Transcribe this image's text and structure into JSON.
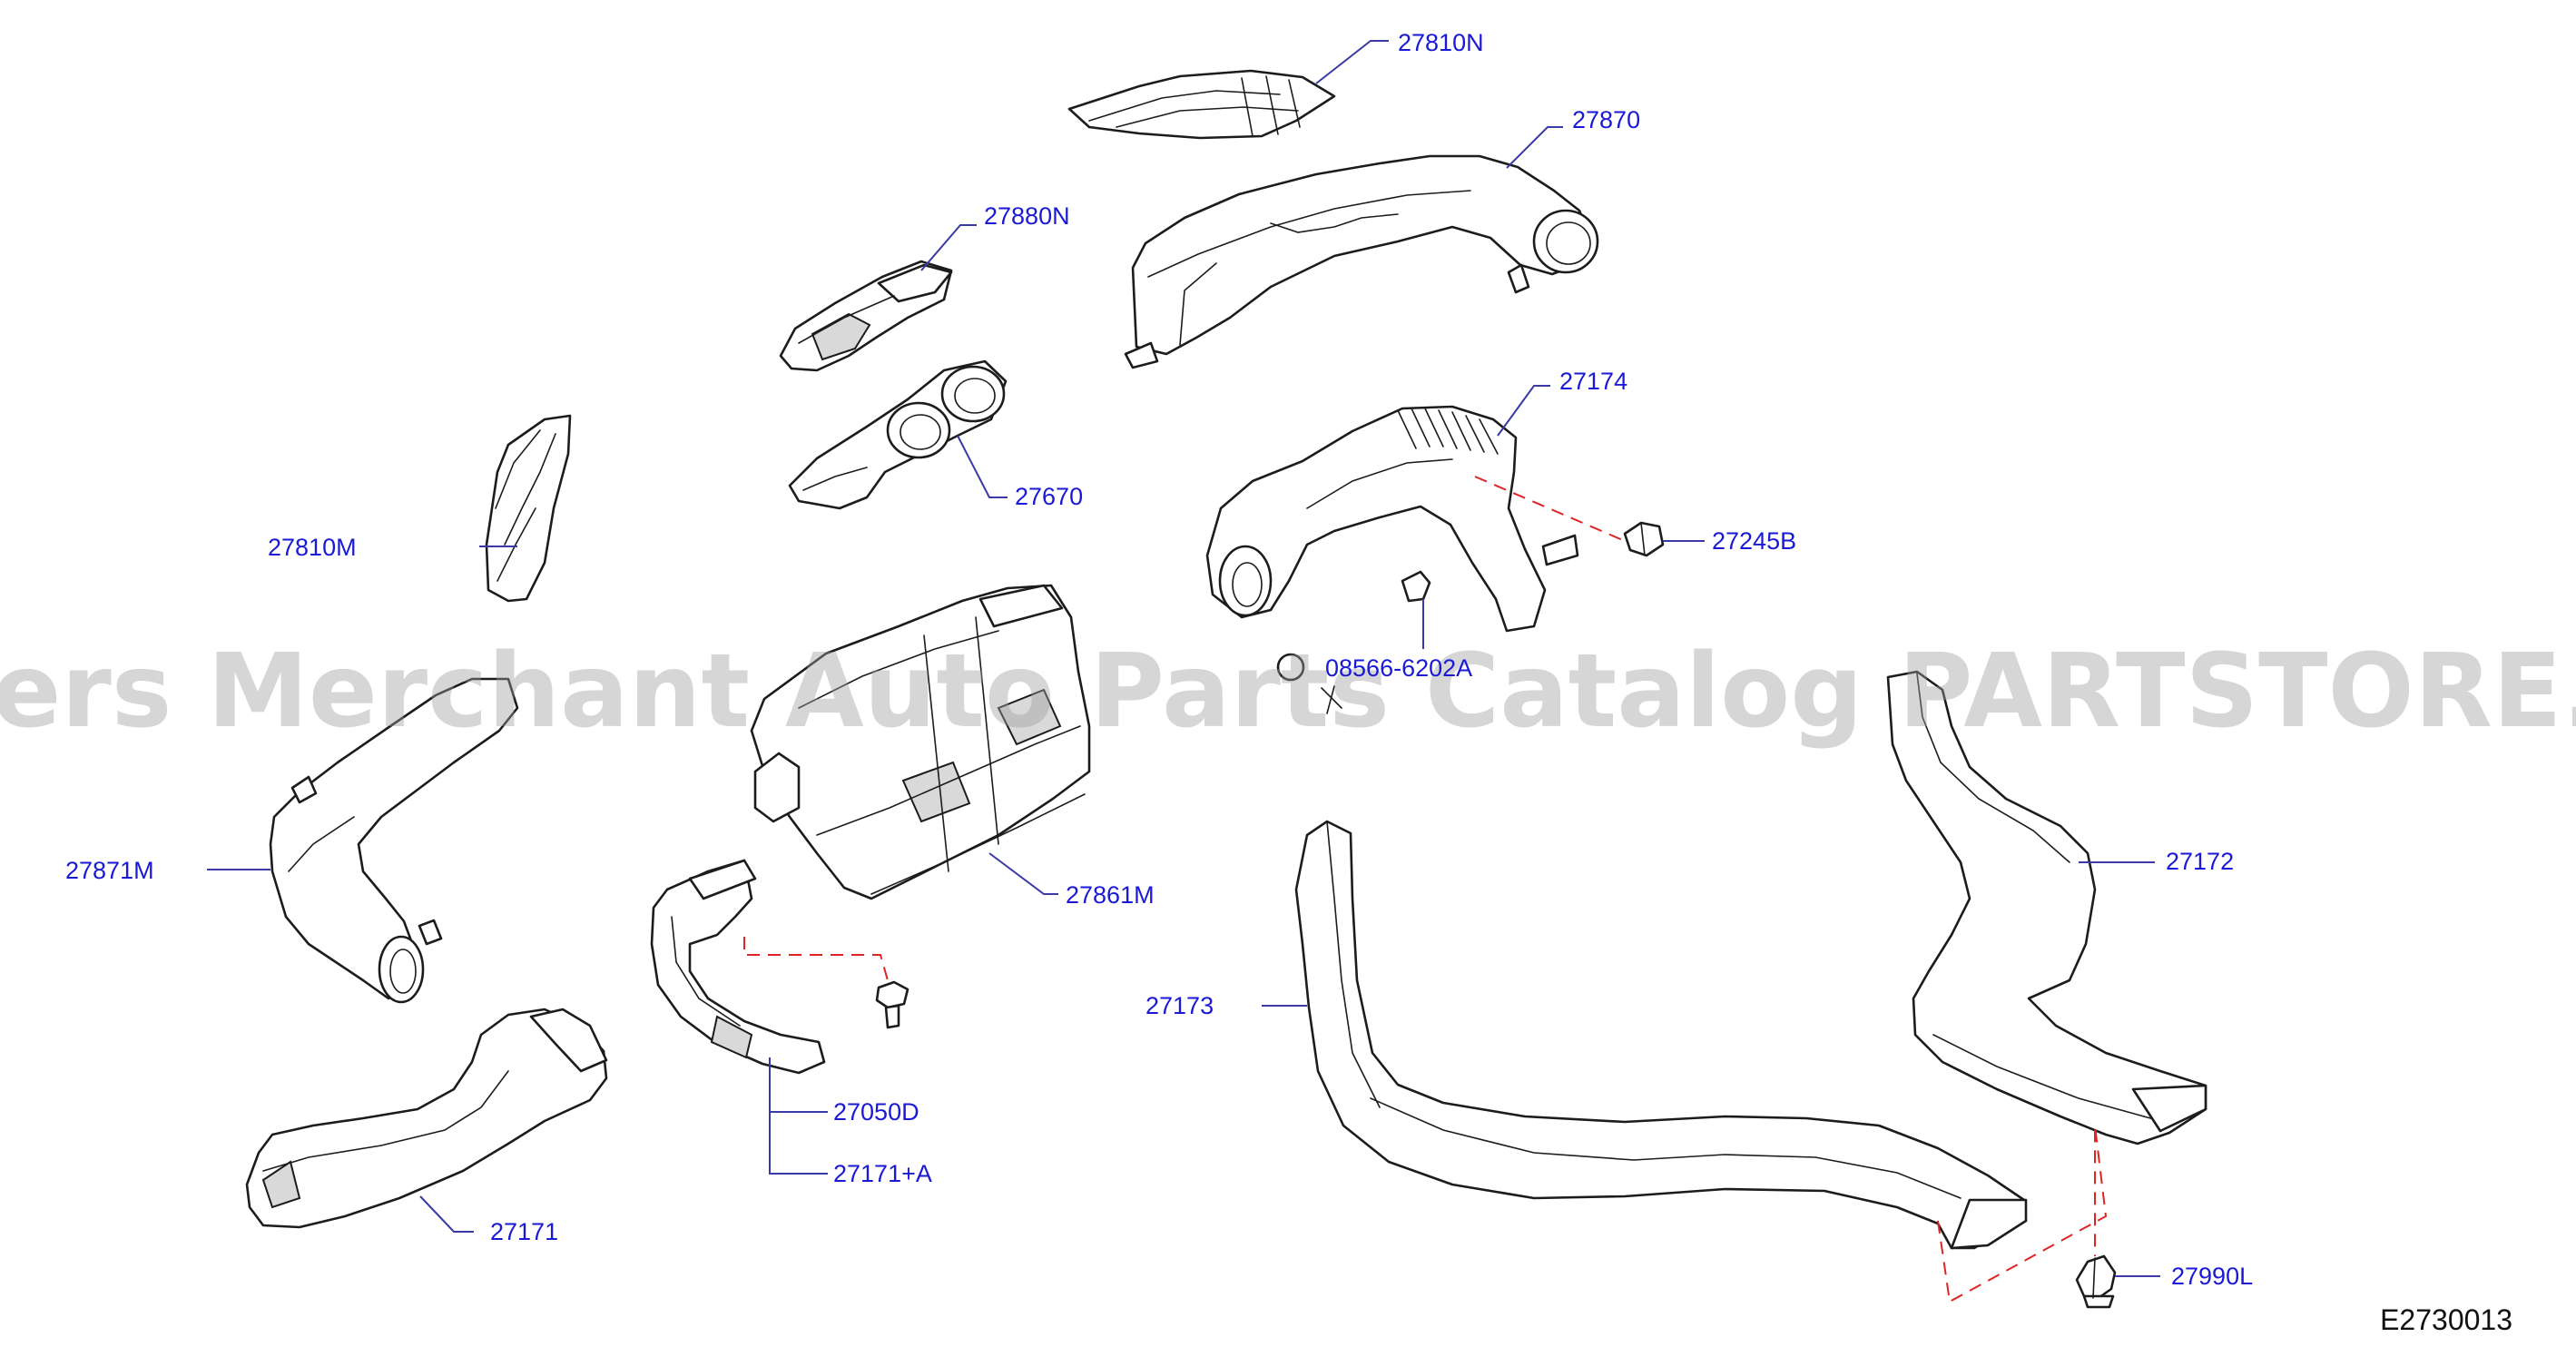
{
  "diagram_code": "E2730013",
  "watermark": "Offers Merchant Auto Parts Catalog PARTSTORE.SA",
  "callouts": [
    {
      "id": "27810N",
      "label": "27810N"
    },
    {
      "id": "27870",
      "label": "27870"
    },
    {
      "id": "27880N",
      "label": "27880N"
    },
    {
      "id": "27670",
      "label": "27670"
    },
    {
      "id": "27174",
      "label": "27174"
    },
    {
      "id": "27245B",
      "label": "27245B"
    },
    {
      "id": "27810M",
      "label": "27810M"
    },
    {
      "id": "08566",
      "label": "08566-6202A"
    },
    {
      "id": "27871M",
      "label": "27871M"
    },
    {
      "id": "27861M",
      "label": "27861M"
    },
    {
      "id": "27172",
      "label": "27172"
    },
    {
      "id": "27173",
      "label": "27173"
    },
    {
      "id": "27050D",
      "label": "27050D"
    },
    {
      "id": "27171A",
      "label": "27171+A"
    },
    {
      "id": "27171",
      "label": "27171"
    },
    {
      "id": "27990L",
      "label": "27990L"
    }
  ]
}
